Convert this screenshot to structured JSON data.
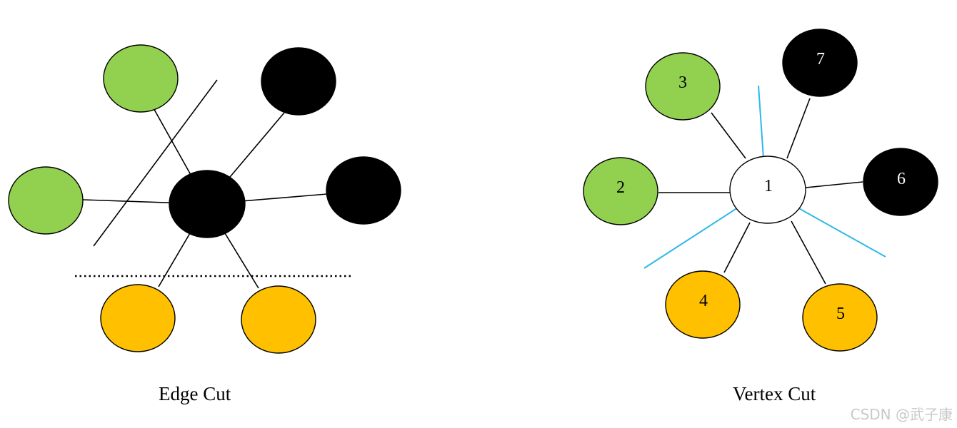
{
  "colors": {
    "green": "#92D050",
    "black": "#000000",
    "orange": "#FFC000",
    "white": "#FFFFFF",
    "cut_blue": "#2DB9E8"
  },
  "edge_cut": {
    "caption": "Edge Cut"
  },
  "vertex_cut": {
    "caption": "Vertex Cut",
    "node_labels": {
      "center": "1",
      "left": "2",
      "upper_left": "3",
      "lower_left": "4",
      "lower_right": "5",
      "right": "6",
      "top": "7"
    }
  },
  "watermark": "CSDN @武子康"
}
